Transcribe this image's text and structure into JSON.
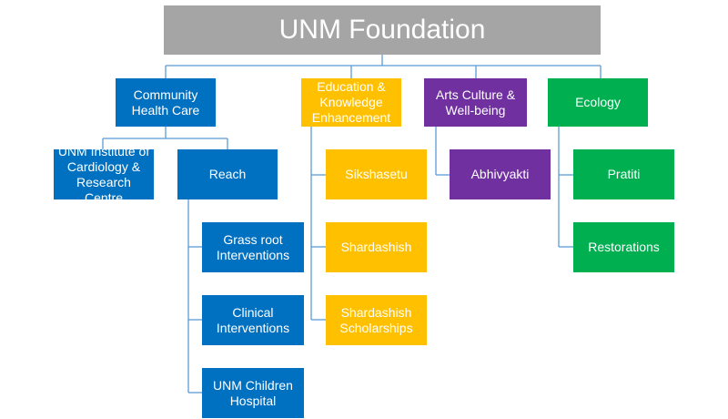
{
  "colors": {
    "root": "#a5a5a5",
    "health": "#0070c0",
    "education": "#ffc000",
    "arts": "#7030a0",
    "ecology": "#00b050",
    "connector": "#5b9bd5"
  },
  "root": {
    "label": "UNM Foundation"
  },
  "branches": {
    "health": {
      "label": "Community\nHealth Care",
      "children": {
        "cardiology": "UNM Institute of\nCardiology &\nResearch Centre",
        "reach": "Reach"
      },
      "reach_children": [
        "Grass root\nInterventions",
        "Clinical\nInterventions",
        "UNM Children\nHospital"
      ]
    },
    "education": {
      "label": "Education &\nKnowledge\nEnhancement",
      "children": [
        "Sikshasetu",
        "Shardashish",
        "Shardashish\nScholarships"
      ]
    },
    "arts": {
      "label": "Arts Culture &\nWell-being",
      "children": [
        "Abhivyakti"
      ]
    },
    "ecology": {
      "label": "Ecology",
      "children": [
        "Pratiti",
        "Restorations"
      ]
    }
  }
}
